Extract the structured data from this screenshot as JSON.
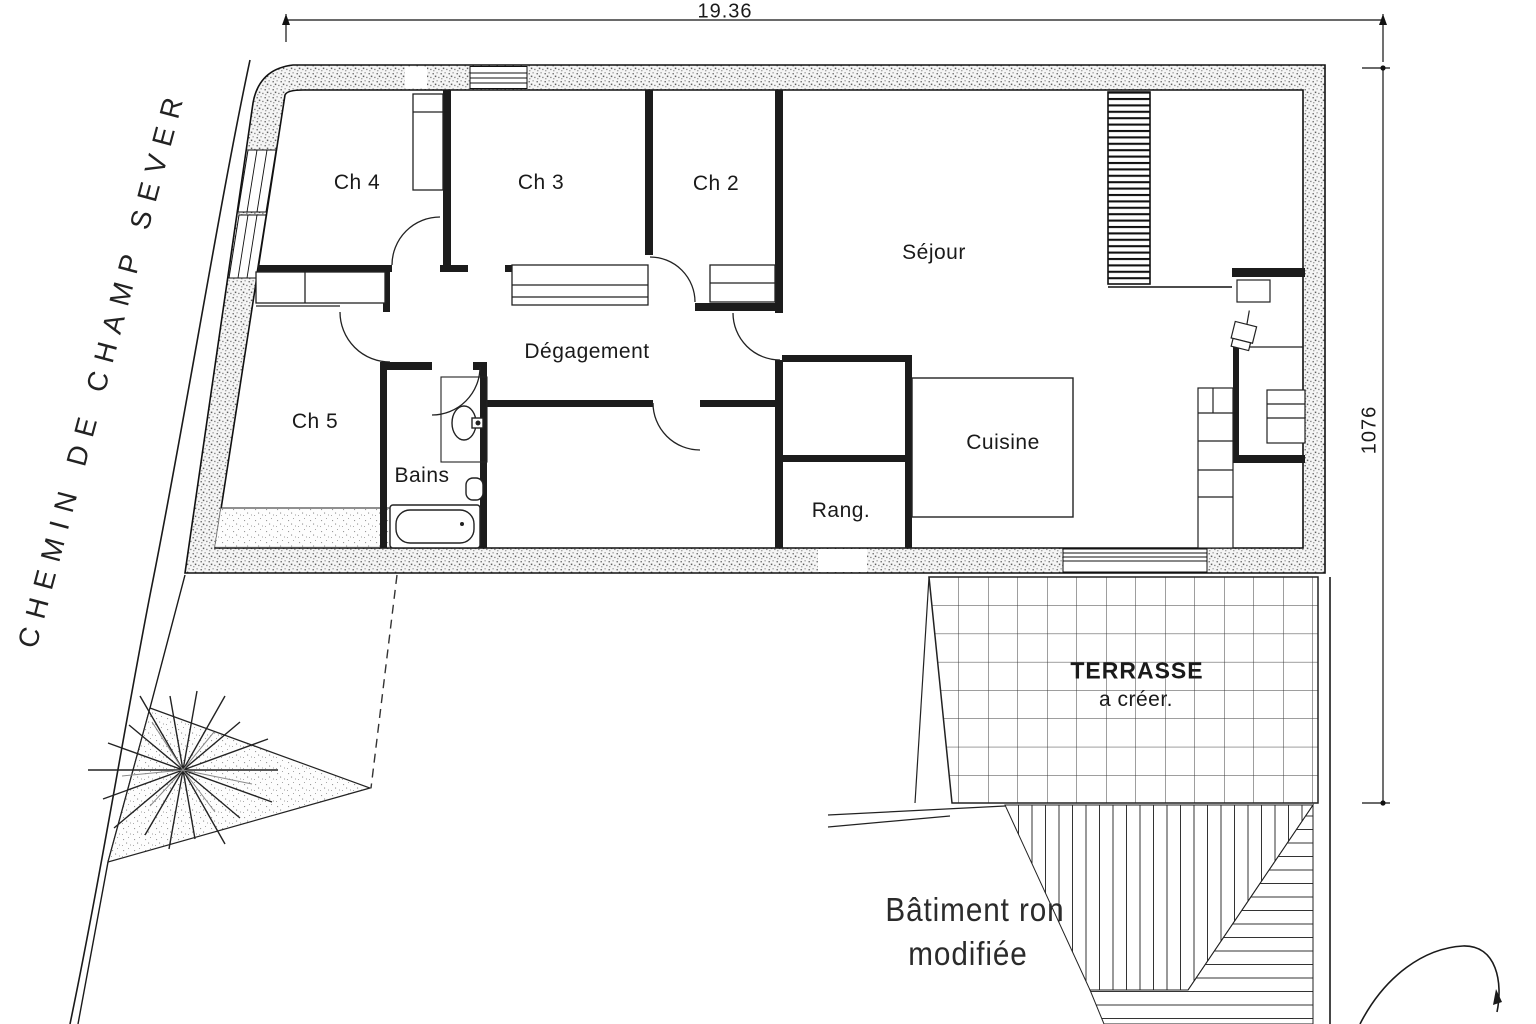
{
  "plan": {
    "street_name": "CHEMIN DE CHAMP SEVER",
    "dimensions": {
      "width_label": "19.36",
      "height_label": "1076"
    },
    "rooms": {
      "ch4": "Ch 4",
      "ch3": "Ch 3",
      "ch2": "Ch 2",
      "ch5": "Ch 5",
      "sejour": "Séjour",
      "degagement": "Dégagement",
      "bains": "Bains",
      "cuisine": "Cuisine",
      "rang": "Rang."
    },
    "terrace": {
      "title": "TERRASSE",
      "subtitle": "a créer."
    },
    "note": {
      "line1": "Bâtiment ron",
      "line2": "modifiée"
    },
    "colors": {
      "ink": "#1a1a1a",
      "wall_speckle": "#6f6f6f",
      "paper": "#ffffff"
    }
  }
}
